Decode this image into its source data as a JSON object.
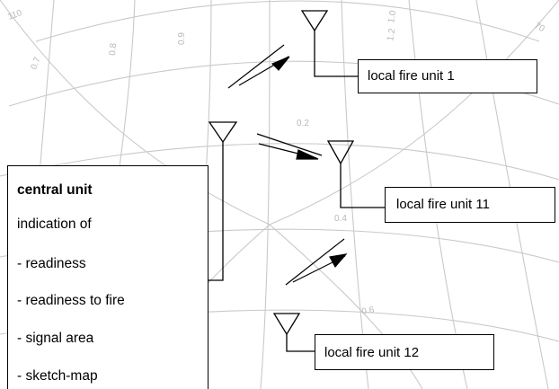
{
  "background": {
    "type": "polar-grid-paper",
    "grid_color": "#c9c9c9",
    "grid_labels": [
      "110",
      "70",
      "0.9",
      "0.8",
      "1.0",
      "1.2",
      "0.2",
      "0.4",
      "0.6",
      "0.7"
    ]
  },
  "central_unit": {
    "title": "central unit",
    "lines": [
      "indication of",
      "- readiness",
      "- readiness to fire",
      "- signal area",
      "- sketch-map"
    ]
  },
  "local_units": [
    {
      "label": "local fire unit 1"
    },
    {
      "label": "local fire unit 11"
    },
    {
      "label": "local fire unit 12"
    }
  ],
  "colors": {
    "line": "#000000",
    "grid": "#c9c9c9",
    "box_fill": "#ffffff"
  }
}
